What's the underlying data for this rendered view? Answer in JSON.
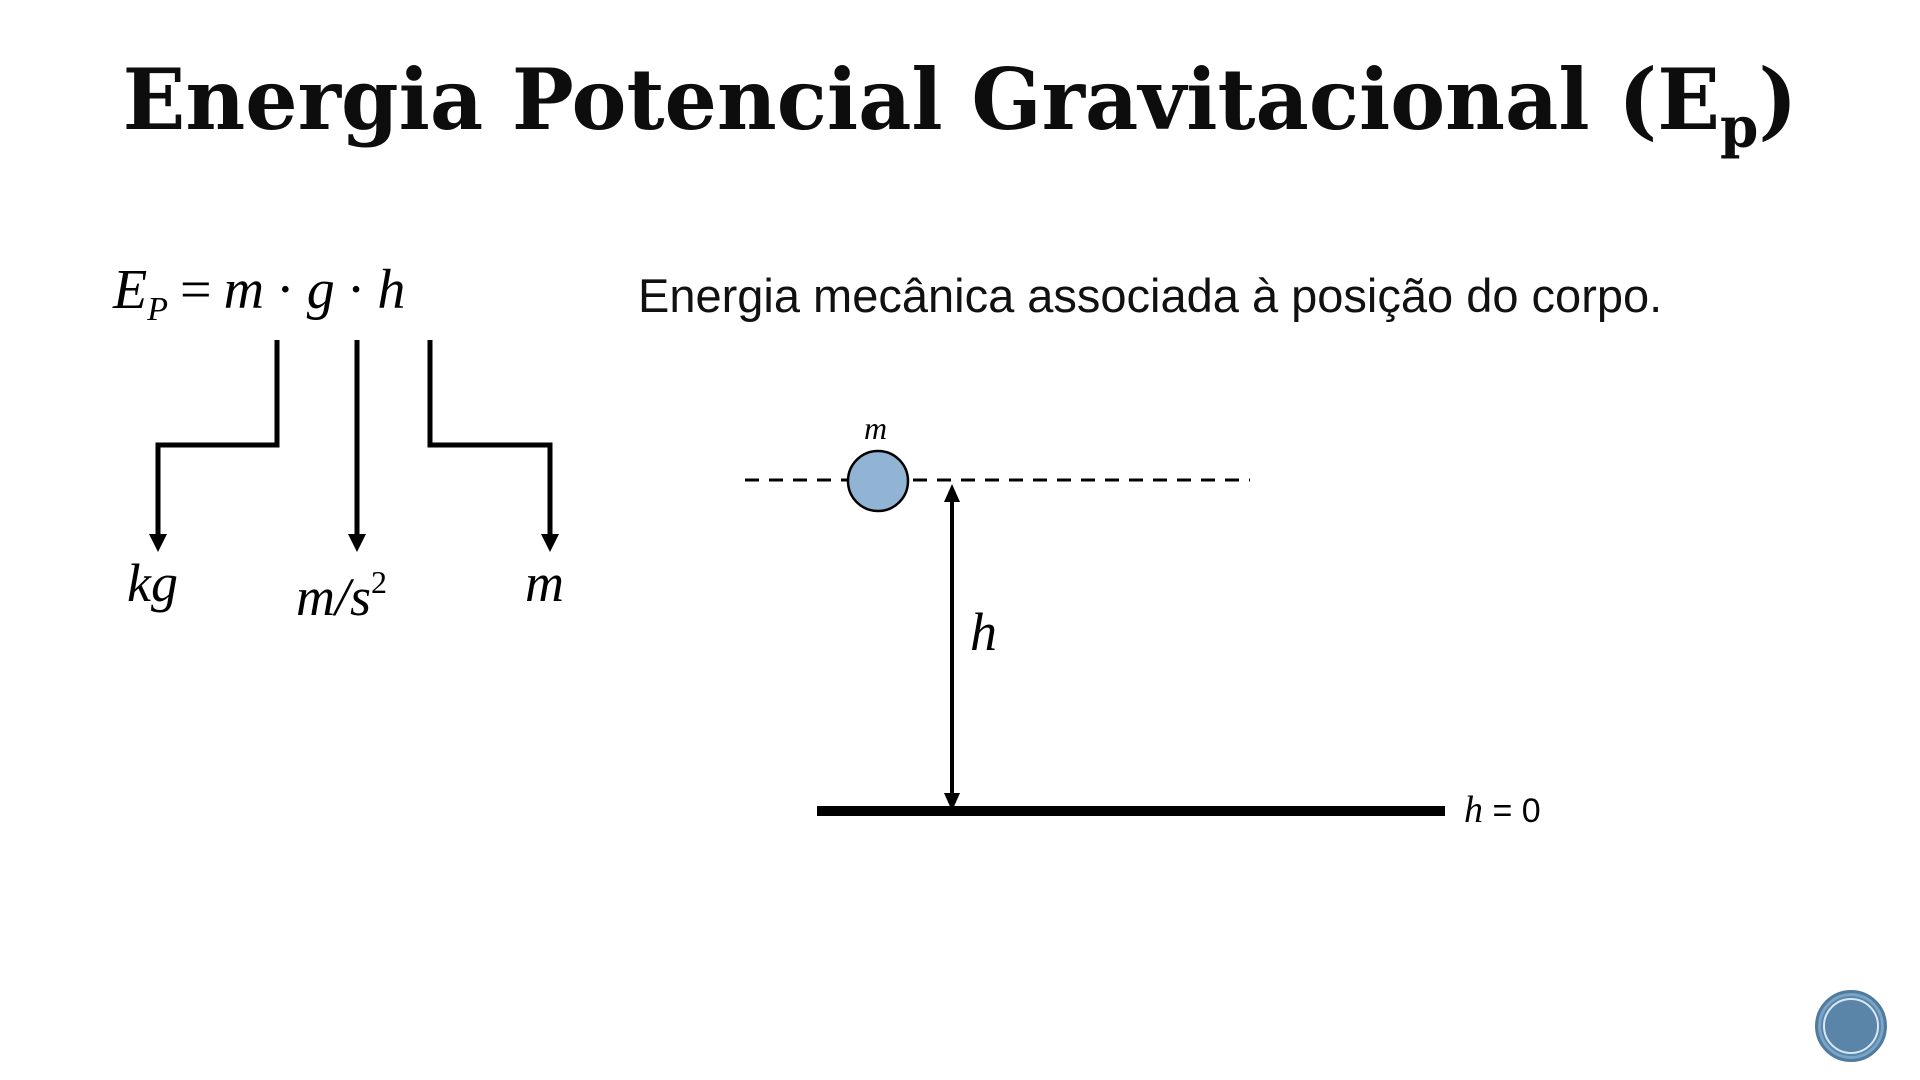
{
  "slide": {
    "title": {
      "main": "Energia Potencial Gravitacional (E",
      "subscript": "p",
      "closing": ")"
    },
    "formula": {
      "lhs": "E",
      "lhs_subscript": "P",
      "equals": "=",
      "terms": [
        "m",
        "g",
        "h"
      ],
      "dot": "·"
    },
    "units": {
      "mass": "kg",
      "gravity_base": "m/s",
      "gravity_exponent": "2",
      "height": "m"
    },
    "description": "Energia mecânica associada à posição do corpo.",
    "diagram": {
      "object_label": "m",
      "height_label": "h",
      "ground_label_var": "h",
      "ground_label_rest": " = 0",
      "object_color": "#92b4d4",
      "ground_color": "#000000"
    },
    "nav_badge": {
      "icon": "slide-nav-circle-icon",
      "color": "#5a86ab"
    }
  }
}
